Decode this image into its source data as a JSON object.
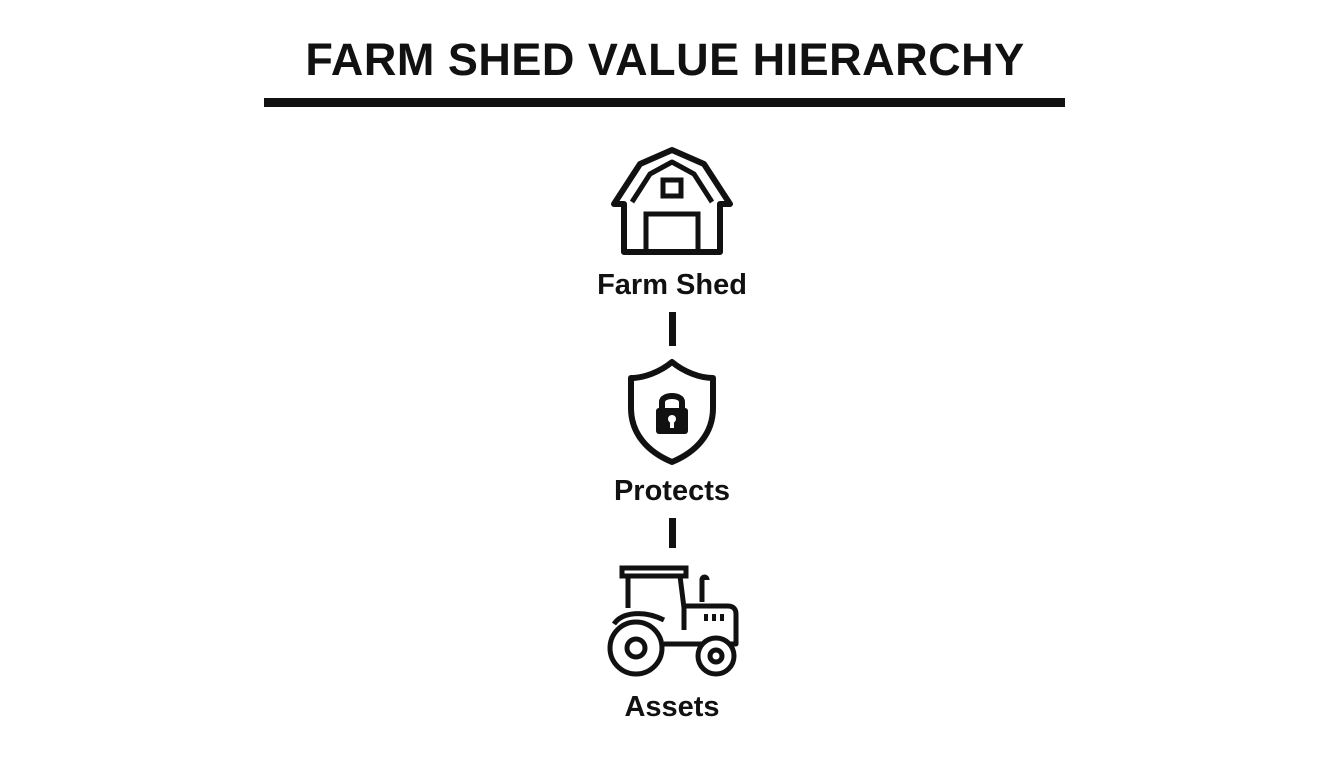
{
  "title": "FARM SHED VALUE HIERARCHY",
  "nodes": [
    {
      "label": "Farm Shed",
      "icon": "barn-icon"
    },
    {
      "label": "Protects",
      "icon": "shield-lock-icon"
    },
    {
      "label": "Assets",
      "icon": "tractor-icon"
    }
  ],
  "colors": {
    "ink": "#111111",
    "background": "#ffffff"
  }
}
